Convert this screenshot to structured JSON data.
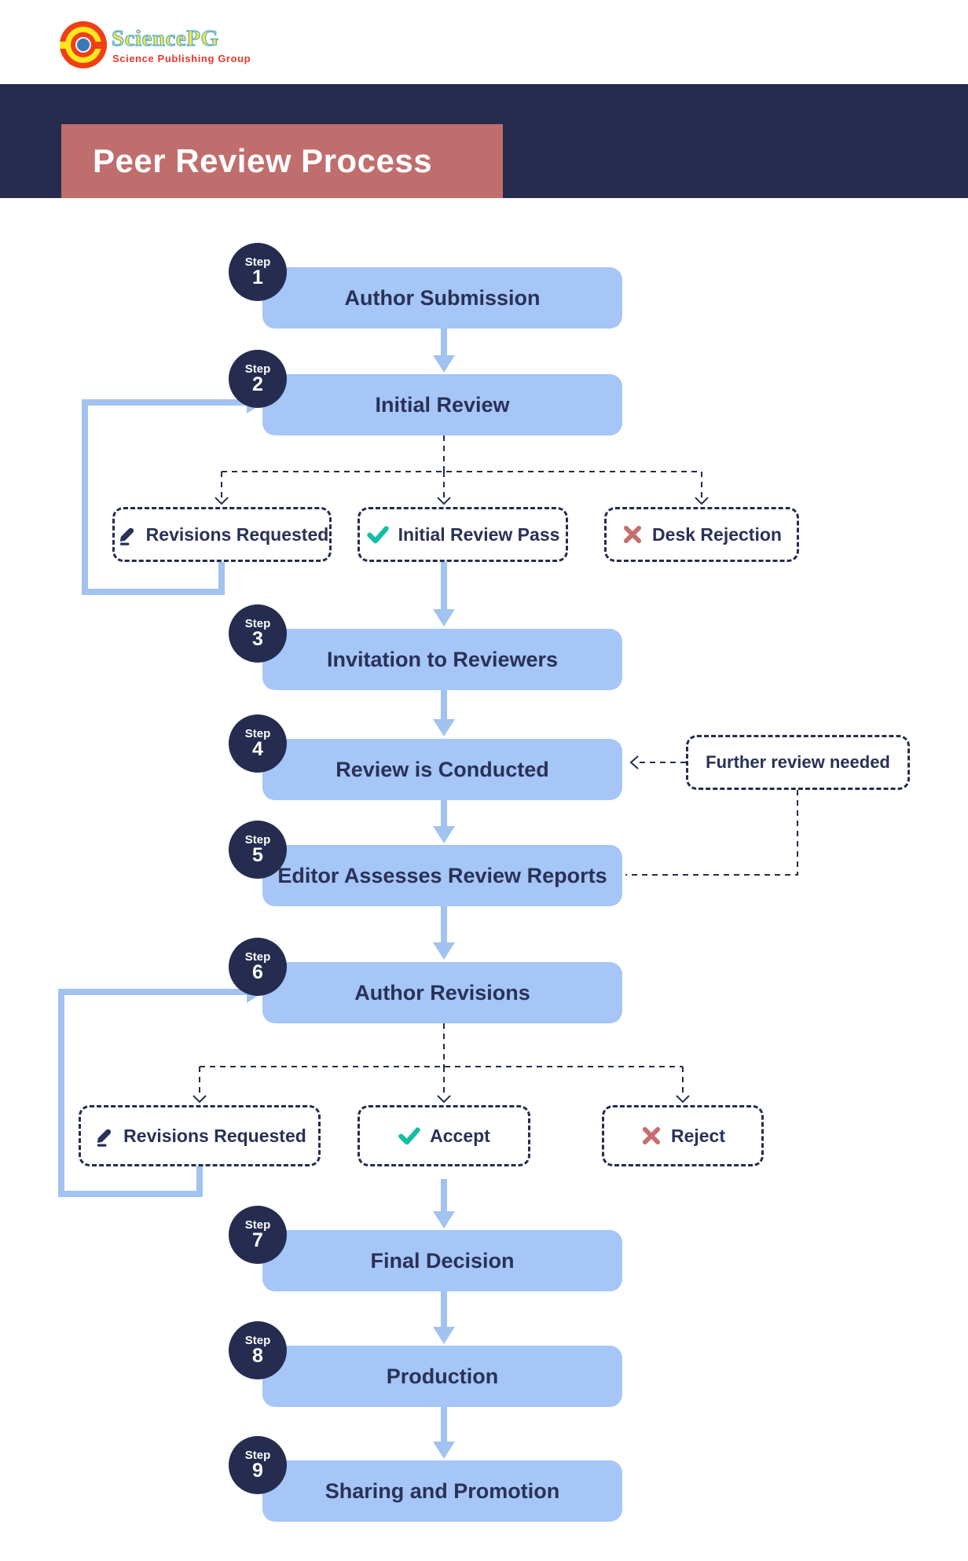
{
  "logo": {
    "name": "SciencePG",
    "tagline": "Science Publishing Group"
  },
  "banner": {
    "title": "Peer Review Process"
  },
  "strings": {
    "step_prefix": "Step"
  },
  "steps": [
    {
      "number": "1",
      "label": "Author Submission"
    },
    {
      "number": "2",
      "label": "Initial Review"
    },
    {
      "number": "3",
      "label": "Invitation to Reviewers"
    },
    {
      "number": "4",
      "label": "Review is Conducted"
    },
    {
      "number": "5",
      "label": "Editor Assesses Review Reports"
    },
    {
      "number": "6",
      "label": "Author Revisions"
    },
    {
      "number": "7",
      "label": "Final Decision"
    },
    {
      "number": "8",
      "label": "Production"
    },
    {
      "number": "9",
      "label": "Sharing and Promotion"
    }
  ],
  "decision_rows": {
    "row1": [
      {
        "icon": "pencil-icon",
        "label": "Revisions Requested"
      },
      {
        "icon": "check-icon",
        "label": "Initial Review Pass"
      },
      {
        "icon": "cross-icon",
        "label": "Desk Rejection"
      }
    ],
    "row2": [
      {
        "icon": "pencil-icon",
        "label": "Revisions Requested"
      },
      {
        "icon": "check-icon",
        "label": "Accept"
      },
      {
        "icon": "cross-icon",
        "label": "Reject"
      }
    ]
  },
  "side_note": {
    "label": "Further review needed"
  },
  "colors": {
    "navy": "#252C50",
    "navy_band": "#262C4E",
    "text_navy": "#2A3157",
    "box_blue": "#A5C6F6",
    "arrow_blue": "#A2C2F0",
    "rose": "#C06E6D",
    "teal": "#12BFA6",
    "cross_rose": "#C66F6E",
    "logo_yellow": "#FFE81C",
    "logo_red": "#F23E16",
    "logo_blue": "#3A79B8",
    "logo_text_yellow": "#F6EC2D",
    "logo_text_stroke": "#58ABDF",
    "logo_tagline_red": "#E8392B"
  }
}
